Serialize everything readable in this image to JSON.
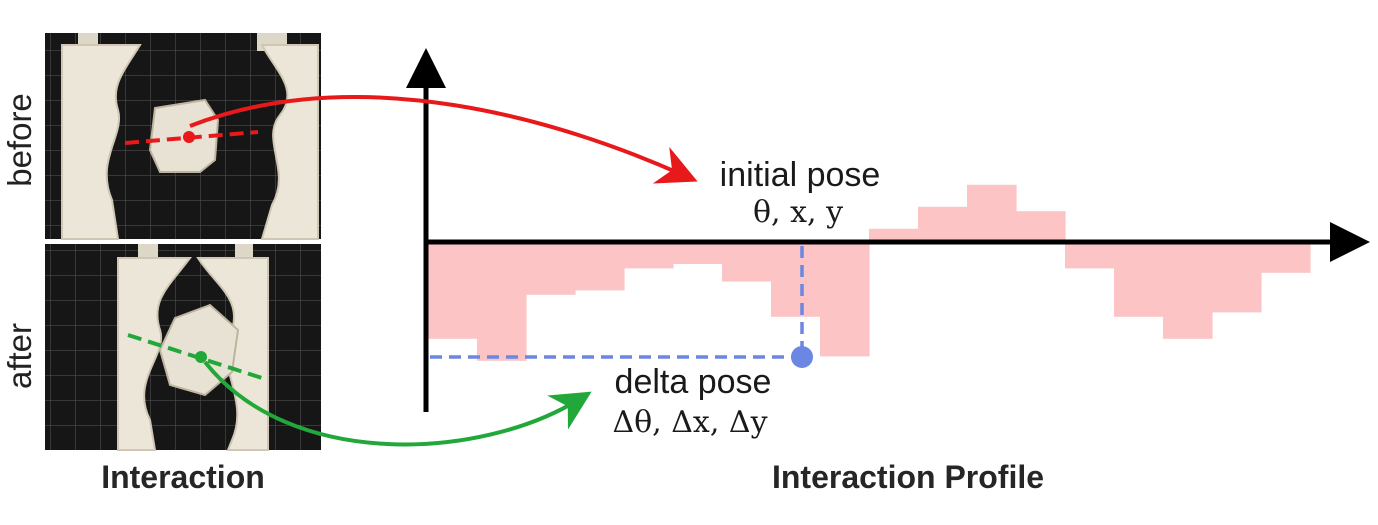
{
  "labels": {
    "before": "before",
    "after": "after",
    "interaction_caption": "Interaction",
    "profile_caption": "Interaction Profile",
    "initial_pose_title": "initial pose",
    "initial_pose_symbols": "θ, x, y",
    "delta_pose_title": "delta pose",
    "delta_pose_symbols": "Δθ, Δx, Δy"
  },
  "colors": {
    "initial_arrow": "#e8191b",
    "delta_arrow": "#22a83a",
    "profile_fill": "#fcc4c4",
    "marker": "#6c86e4",
    "axis": "#000000",
    "photo_background": "#141414",
    "part_color": "#ece6d8"
  },
  "profile": {
    "description_values": "step profile relative to baseline (positive = above axis)",
    "steps": [
      -2.2,
      -2.7,
      -1.2,
      -1.1,
      -0.6,
      -0.5,
      -0.9,
      -1.7,
      -2.6,
      0.3,
      0.8,
      1.3,
      0.7,
      -0.6,
      -1.7,
      -2.2,
      -1.6,
      -0.7
    ]
  }
}
